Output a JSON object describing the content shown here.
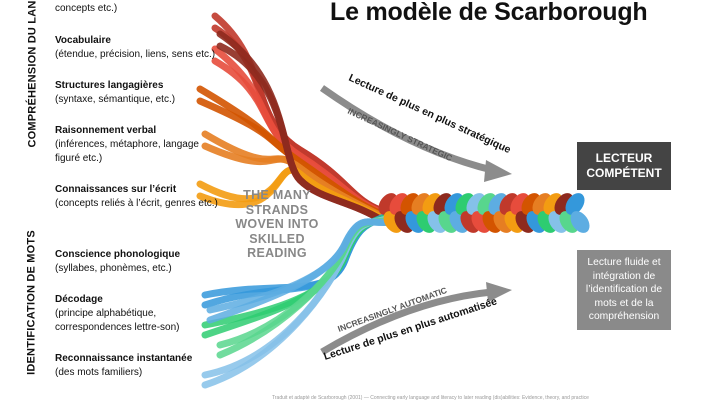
{
  "title": "Le modèle de Scarborough",
  "sections": {
    "language": "COMPRÉHENSION DU LANGAGE",
    "word_recognition": "IDENTIFICATION DE MOTS"
  },
  "language_items": [
    {
      "title": "",
      "desc": "concepts etc.)"
    },
    {
      "title": "Vocabulaire",
      "desc": "(étendue, précision, liens, sens etc.)"
    },
    {
      "title": "Structures langagières",
      "desc": "(syntaxe, sémantique, etc.)"
    },
    {
      "title": "Raisonnement verbal",
      "desc": "(inférences, métaphore, langage",
      "desc2": "figuré etc.)"
    },
    {
      "title": "Connaissances sur l’écrit",
      "desc": "(concepts reliés à l’écrit, genres etc.)"
    }
  ],
  "word_items": [
    {
      "title": "Conscience phonologique",
      "desc": "(syllabes, phonèmes, etc.)"
    },
    {
      "title": "Décodage",
      "desc": "(principe alphabétique,",
      "desc2": "correspondences lettre-son)"
    },
    {
      "title": "Reconnaissance instantanée",
      "desc": "(des mots familiers)"
    }
  ],
  "strands_text": [
    "THE MANY",
    "STRANDS",
    "WOVEN INTO",
    "SKILLED",
    "READING"
  ],
  "arrows": {
    "strategic_fr": "Lecture de plus en plus stratégique",
    "strategic_en": "INCREASINGLY STRATEGIC",
    "automatic_en": "INCREASINGLY AUTOMATIC",
    "automatic_fr": "Lecture de plus en plus automatisée"
  },
  "result": {
    "line1": "LECTEUR",
    "line2": "COMPÉTENT",
    "description": "Lecture fluide et intégration de l’identification de mots et de la compréhension"
  },
  "footer": "Traduit et adapté de Scarborough (2001) — Connecting early language and literacy to later reading (dis)abilities: Evidence, theory, and practice",
  "colors": {
    "language_strands": [
      "#c0392b",
      "#e74c3c",
      "#d35400",
      "#e67e22",
      "#f39c12",
      "#8e2a1e"
    ],
    "word_strands": [
      "#3498db",
      "#2ecc71",
      "#85c1e9",
      "#58d68d",
      "#5dade2"
    ],
    "arrow": "#8c8c8c",
    "box_head": "#444444",
    "box_body": "#8a8a8a"
  }
}
